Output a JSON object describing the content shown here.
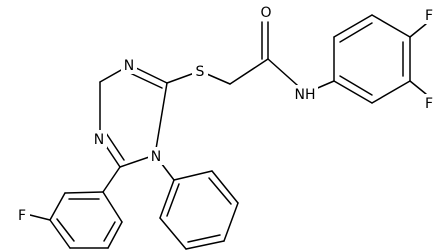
{
  "molecule": {
    "atoms": {
      "O": "O",
      "S": "S",
      "NH": "NH",
      "N1": "N",
      "N2": "N",
      "N4": "N",
      "F1": "F",
      "F2": "F",
      "F3": "F"
    }
  }
}
